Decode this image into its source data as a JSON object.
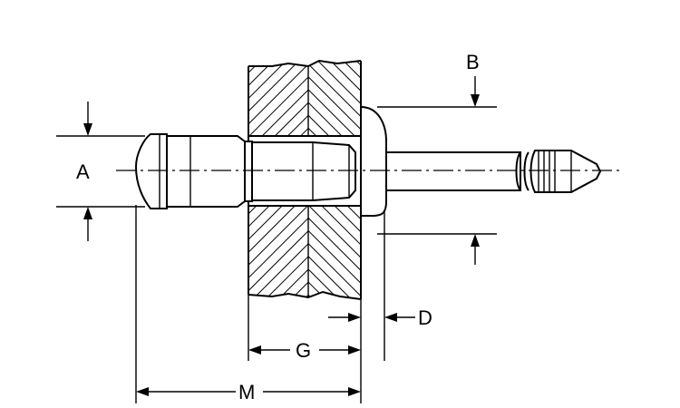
{
  "diagram": {
    "labels": {
      "A": "A",
      "B": "B",
      "D": "D",
      "G": "G",
      "M": "M"
    },
    "colors": {
      "line": "#000000",
      "background": "#ffffff"
    }
  }
}
